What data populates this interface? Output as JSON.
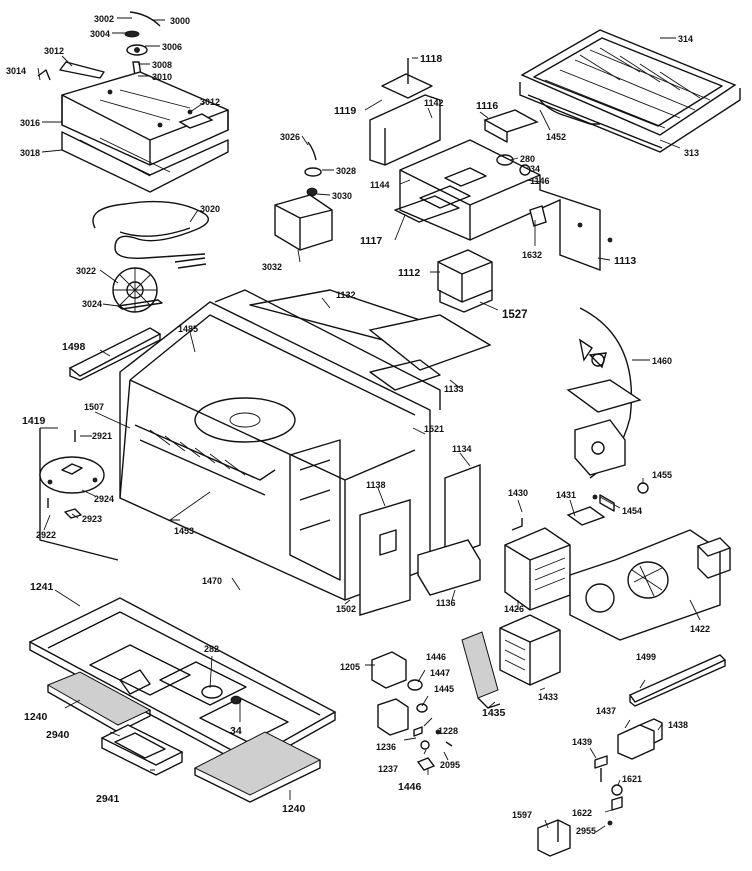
{
  "labels": {
    "l3000": "3000",
    "l3002": "3002",
    "l3004": "3004",
    "l3006": "3006",
    "l3008": "3008",
    "l3010": "3010",
    "l3012a": "3012",
    "l3012b": "3012",
    "l3014": "3014",
    "l3016": "3016",
    "l3018": "3018",
    "l3020": "3020",
    "l3022": "3022",
    "l3024": "3024",
    "l3026": "3026",
    "l3028": "3028",
    "l3030": "3030",
    "l3032": "3032",
    "l1118": "1118",
    "l1119": "1119",
    "l1142": "1142",
    "l1116": "1116",
    "l280": "280",
    "l34a": "34",
    "l1146": "1146",
    "l1144": "1144",
    "l1117": "1117",
    "l1632": "1632",
    "l1113": "1113",
    "l1112": "1112",
    "l1527": "1527",
    "l314": "314",
    "l1452": "1452",
    "l313": "313",
    "l1498": "1498",
    "l1485": "1485",
    "l1132": "1132",
    "l1133": "1133",
    "l1460": "1460",
    "l1419": "1419",
    "l1507": "1507",
    "l2921": "2921",
    "l1521": "1521",
    "l1134": "1134",
    "l1455": "1455",
    "l1454": "1454",
    "l1430": "1430",
    "l1431": "1431",
    "l1138": "1138",
    "l2924": "2924",
    "l2922": "2922",
    "l2923": "2923",
    "l1453": "1453",
    "l1470": "1470",
    "l1136": "1136",
    "l1502": "1502",
    "l1426": "1426",
    "l1422": "1422",
    "l1241": "1241",
    "l282": "282",
    "l34b": "34",
    "l1240a": "1240",
    "l2940": "2940",
    "l2941": "2941",
    "l1240b": "1240",
    "l1205": "1205",
    "l1446a": "1446",
    "l1447": "1447",
    "l1445": "1445",
    "l1228": "1228",
    "l1236": "1236",
    "l1237": "1237",
    "l2095": "2095",
    "l1446b": "1446",
    "l1435": "1435",
    "l1433": "1433",
    "l1499": "1499",
    "l1437": "1437",
    "l1438": "1438",
    "l1439": "1439",
    "l1621": "1621",
    "l1622": "1622",
    "l2955": "2955",
    "l1597": "1597"
  }
}
